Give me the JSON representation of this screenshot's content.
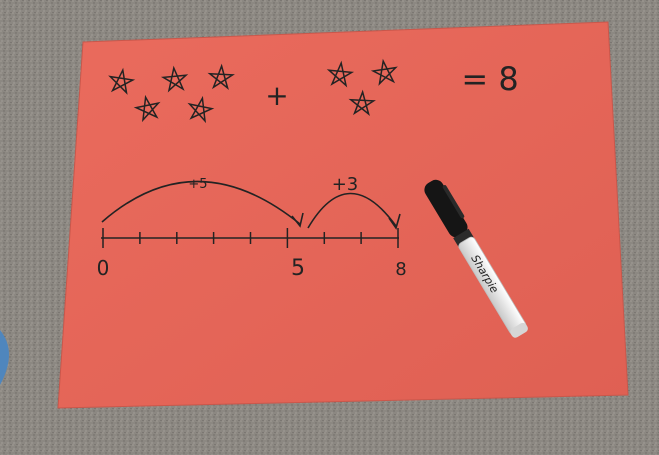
{
  "colors": {
    "carpet": "#8c8882",
    "paper": "#e9685a",
    "paper_shade": "#d95d50",
    "ink": "#232323",
    "marker_body": "#ececec",
    "marker_cap": "#151515",
    "edge_blue": "#4f86bd"
  },
  "equation": {
    "left_star_count": 5,
    "right_star_count": 3,
    "plus_sign": "+",
    "result_text": "= 8"
  },
  "number_line": {
    "tick_count": 8,
    "labels": [
      "0",
      "5",
      "8"
    ],
    "jump_first_label": "+5",
    "jump_second_label": "+3"
  },
  "marker": {
    "brand_text": "Sharpie"
  }
}
